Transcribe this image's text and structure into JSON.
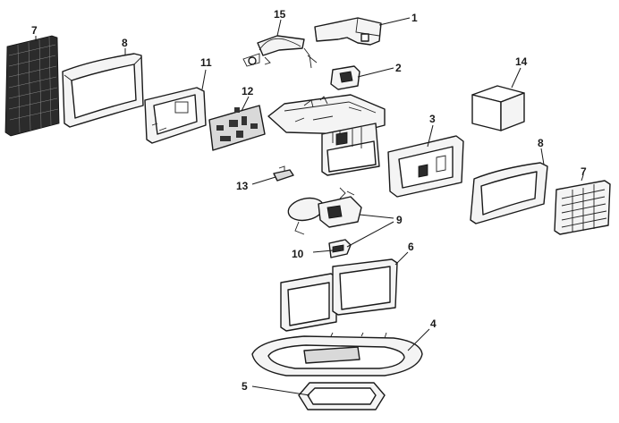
{
  "diagram": {
    "callouts": [
      {
        "id": "c1",
        "label": "1"
      },
      {
        "id": "c2",
        "label": "2"
      },
      {
        "id": "c3",
        "label": "3"
      },
      {
        "id": "c4",
        "label": "4"
      },
      {
        "id": "c5",
        "label": "5"
      },
      {
        "id": "c6",
        "label": "6"
      },
      {
        "id": "c7a",
        "label": "7"
      },
      {
        "id": "c7b",
        "label": "7"
      },
      {
        "id": "c8a",
        "label": "8"
      },
      {
        "id": "c8b",
        "label": "8"
      },
      {
        "id": "c9",
        "label": "9"
      },
      {
        "id": "c10",
        "label": "10"
      },
      {
        "id": "c11",
        "label": "11"
      },
      {
        "id": "c12",
        "label": "12"
      },
      {
        "id": "c13",
        "label": "13"
      },
      {
        "id": "c14",
        "label": "14"
      },
      {
        "id": "c15",
        "label": "15"
      }
    ]
  }
}
